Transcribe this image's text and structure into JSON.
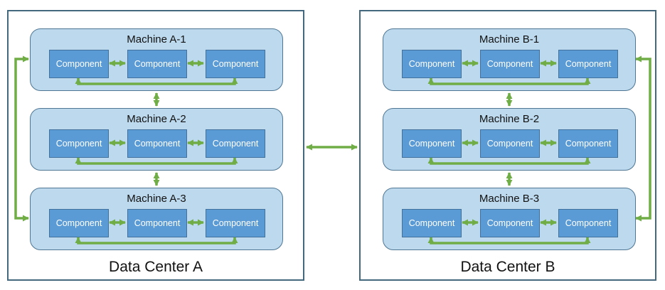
{
  "diagram": {
    "datacenters": [
      {
        "label": "Data Center A",
        "machines": [
          {
            "label": "Machine A-1",
            "components": [
              "Component",
              "Component",
              "Component"
            ]
          },
          {
            "label": "Machine A-2",
            "components": [
              "Component",
              "Component",
              "Component"
            ]
          },
          {
            "label": "Machine A-3",
            "components": [
              "Component",
              "Component",
              "Component"
            ]
          }
        ]
      },
      {
        "label": "Data Center B",
        "machines": [
          {
            "label": "Machine B-1",
            "components": [
              "Component",
              "Component",
              "Component"
            ]
          },
          {
            "label": "Machine B-2",
            "components": [
              "Component",
              "Component",
              "Component"
            ]
          },
          {
            "label": "Machine B-3",
            "components": [
              "Component",
              "Component",
              "Component"
            ]
          }
        ]
      }
    ],
    "connections": {
      "within_machine": "component 1 ↔ component 2, component 2 ↔ component 3 (direct double arrows); component 1 ↔ component 3 (double arrow routed below the components)",
      "within_datacenter": "machine 1 ↔ machine 2, machine 2 ↔ machine 3 (vertical double arrows); machine 1 ↔ machine 3 (double arrow routed along the outer side of the machines)",
      "between_datacenters": "Data Center A ↔ Data Center B (horizontal double arrow at mid-height)"
    },
    "colors": {
      "arrow_green": "#70AD47",
      "machine_fill": "#BDD9EE",
      "machine_border": "#4F7693",
      "component_fill": "#5B9BD5",
      "component_border": "#41719C",
      "datacenter_border": "#44687E",
      "label_text": "#111111",
      "component_text": "#FFFFFF"
    }
  }
}
